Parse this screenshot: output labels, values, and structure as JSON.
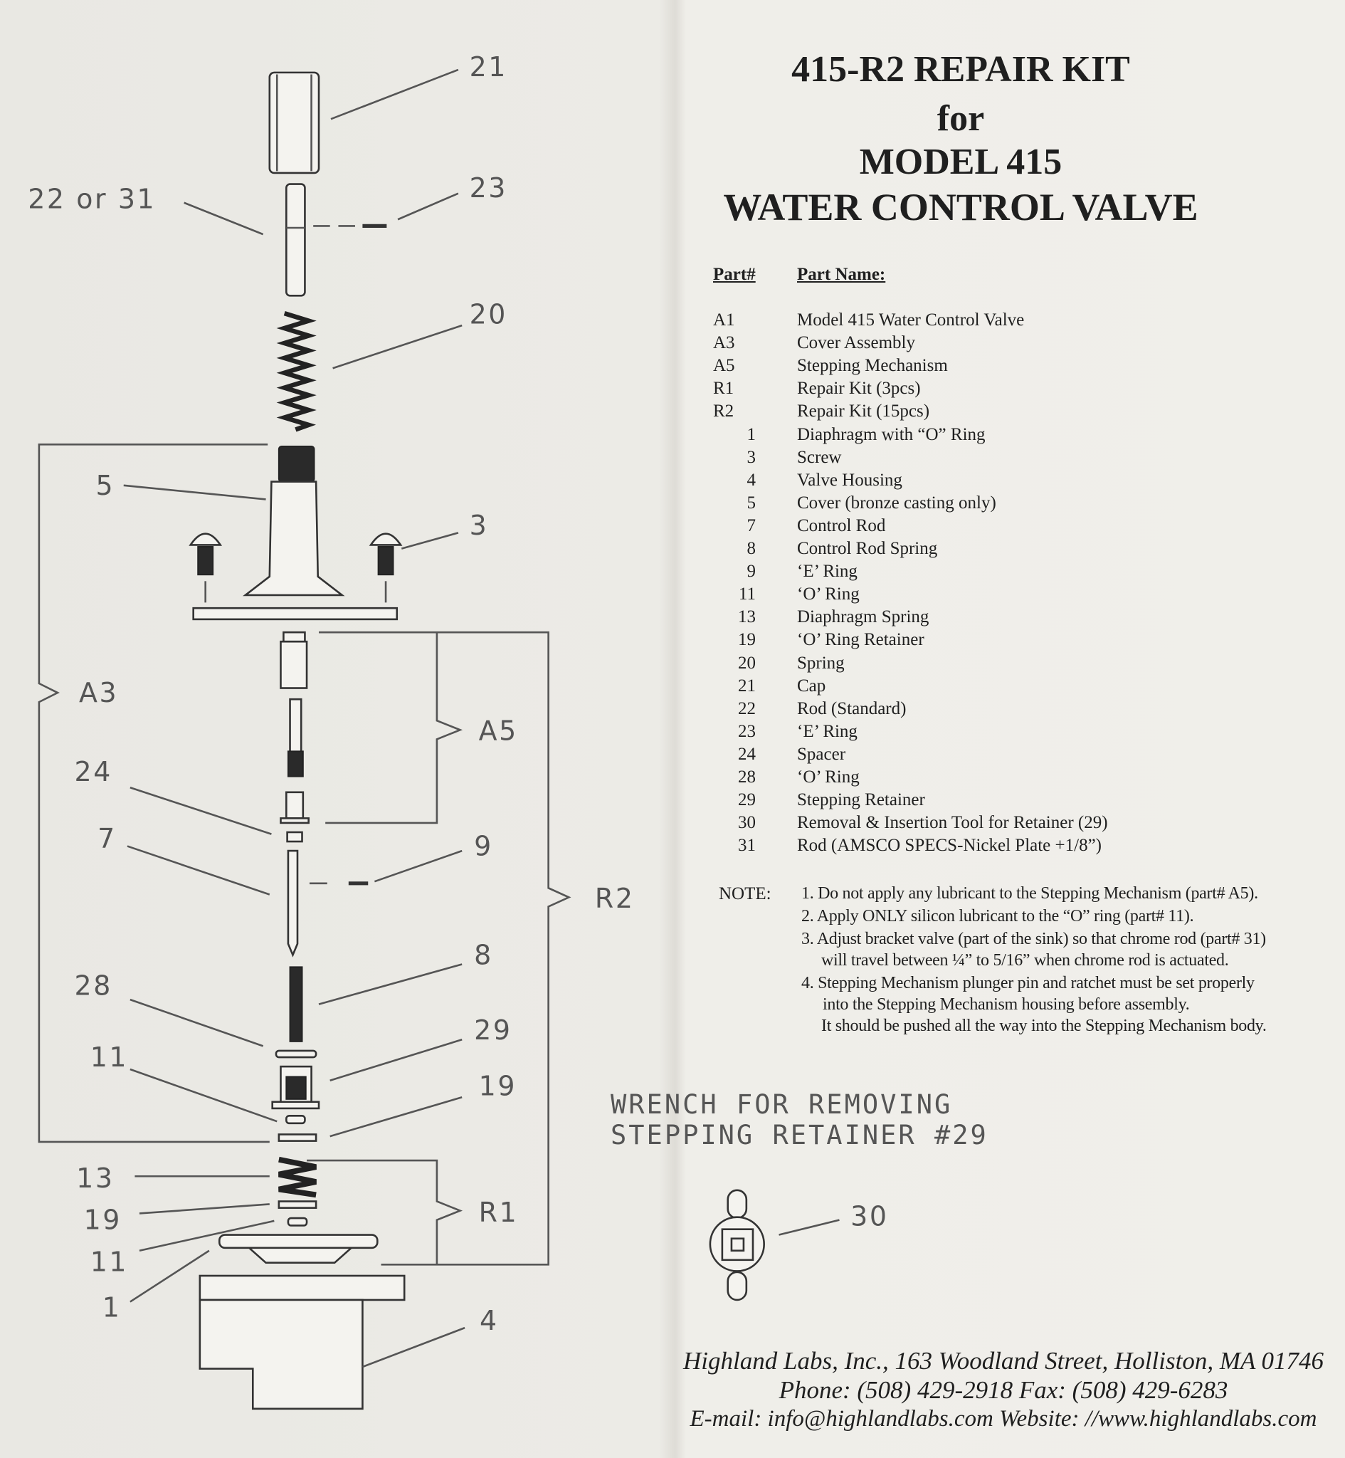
{
  "title": {
    "line1": "415-R2 REPAIR KIT",
    "line2": "for",
    "line3": "MODEL 415",
    "line4": "WATER CONTROL VALVE"
  },
  "parts_table": {
    "headers": [
      "Part#",
      "Part Name:"
    ],
    "rows": [
      {
        "num": "A1",
        "name": "Model 415 Water Control Valve"
      },
      {
        "num": "A3",
        "name": "Cover Assembly"
      },
      {
        "num": "A5",
        "name": "Stepping Mechanism"
      },
      {
        "num": "R1",
        "name": "Repair Kit (3pcs)"
      },
      {
        "num": "R2",
        "name": "Repair Kit (15pcs)"
      },
      {
        "num": "1",
        "name": "Diaphragm with “O” Ring"
      },
      {
        "num": "3",
        "name": "Screw"
      },
      {
        "num": "4",
        "name": "Valve Housing"
      },
      {
        "num": "5",
        "name": "Cover (bronze casting only)"
      },
      {
        "num": "7",
        "name": "Control Rod"
      },
      {
        "num": "8",
        "name": "Control Rod Spring"
      },
      {
        "num": "9",
        "name": "‘E’ Ring"
      },
      {
        "num": "11",
        "name": "‘O’ Ring"
      },
      {
        "num": "13",
        "name": "Diaphragm Spring"
      },
      {
        "num": "19",
        "name": "‘O’ Ring Retainer"
      },
      {
        "num": "20",
        "name": "Spring"
      },
      {
        "num": "21",
        "name": "Cap"
      },
      {
        "num": "22",
        "name": "Rod (Standard)"
      },
      {
        "num": "23",
        "name": "‘E’ Ring"
      },
      {
        "num": "24",
        "name": "Spacer"
      },
      {
        "num": "28",
        "name": "‘O’ Ring"
      },
      {
        "num": "29",
        "name": "Stepping Retainer"
      },
      {
        "num": "30",
        "name": "Removal & Insertion Tool for Retainer (29)"
      },
      {
        "num": "31",
        "name": "Rod (AMSCO SPECS-Nickel Plate +1/8”)"
      }
    ]
  },
  "notes": {
    "label": "NOTE:",
    "lines": [
      "1. Do not apply any lubricant to the Stepping Mechanism (part# A5).",
      "2. Apply ONLY silicon lubricant to the “O” ring (part# 11).",
      "3. Adjust bracket valve (part of the sink) so that chrome rod (part# 31)",
      "will travel between ¼” to 5/16” when chrome rod is actuated.",
      "4. Stepping Mechanism plunger pin and ratchet must be set properly",
      "into the Stepping Mechanism housing before assembly.",
      "It should be pushed all the way into the Stepping Mechanism body."
    ]
  },
  "wrench_caption": {
    "line1": "WRENCH FOR REMOVING",
    "line2": "STEPPING RETAINER #29"
  },
  "diagram_labels": {
    "p21": "21",
    "p22or31": "22 or 31",
    "p23": "23",
    "p20": "20",
    "p5": "5",
    "p3": "3",
    "A3": "A3",
    "A5": "A5",
    "p24": "24",
    "p7": "7",
    "p9": "9",
    "R2": "R2",
    "p8": "8",
    "p28": "28",
    "p29": "29",
    "p11a": "11",
    "p19a": "19",
    "p13": "13",
    "p19b": "19",
    "R1": "R1",
    "p11b": "11",
    "p1": "1",
    "p4": "4",
    "p30": "30"
  },
  "footer": {
    "address": "Highland Labs, Inc., 163 Woodland Street, Holliston, MA 01746",
    "phone_fax": "Phone: (508) 429-2918   Fax: (508) 429-6283",
    "contact": "E-mail: info@highlandlabs.com  Website: //www.highlandlabs.com"
  },
  "colors": {
    "paper": "#ecebe6",
    "ink": "#1f1f1f",
    "drawing": "#555555"
  }
}
